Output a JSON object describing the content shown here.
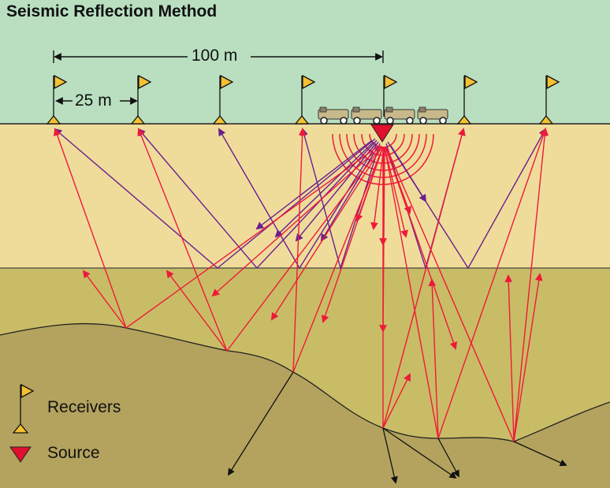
{
  "title": "Seismic Reflection Method",
  "dimensions": {
    "wide_label": "100 m",
    "narrow_label": "25 m"
  },
  "legend": {
    "receivers_label": "Receivers",
    "source_label": "Source",
    "receiver_icon": "flag-on-triangle-icon",
    "source_icon": "inverted-red-triangle-icon"
  },
  "colors": {
    "sky": "#b9dfc0",
    "layer1": "#f0dc9a",
    "layer2": "#c9bc66",
    "bedrock": "#b3a35e",
    "reflected_ray": "#6a1f8f",
    "incident_ray": "#ee1a3a",
    "transmitted_ray": "#111111",
    "flag": "#f5c132",
    "source": "#e0102e",
    "truck": "#c7b98a"
  }
}
